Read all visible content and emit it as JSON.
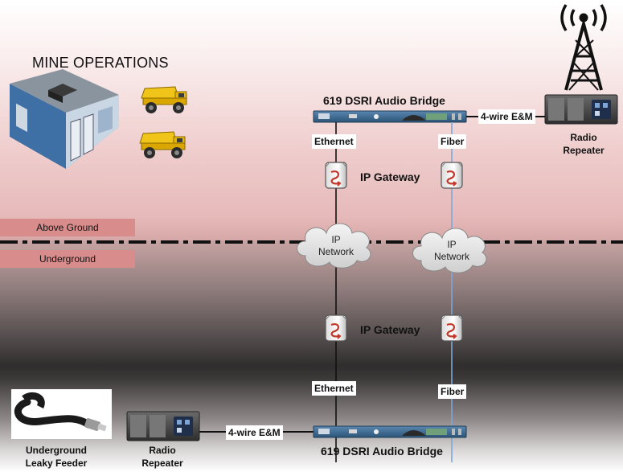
{
  "header": {
    "title": "MINE OPERATIONS"
  },
  "zones": {
    "above": "Above Ground",
    "below": "Underground"
  },
  "top": {
    "bridge": "619 DSRI Audio Bridge",
    "link_left": "Ethernet",
    "link_right": "Fiber",
    "gateway": "IP Gateway",
    "em": "4-wire E&M",
    "repeater": "Radio\nRepeater"
  },
  "clouds": {
    "left": "IP\nNetwork",
    "right": "IP\nNetwork"
  },
  "bottom": {
    "gateway": "IP Gateway",
    "link_left": "Ethernet",
    "link_right": "Fiber",
    "bridge": "619 DSRI Audio Bridge",
    "em": "4-wire E&M",
    "repeater": "Radio\nRepeater",
    "feeder": "Underground\nLeaky Feeder"
  },
  "colors": {
    "fiber": "#7ea7d8",
    "ethernet": "#111111",
    "zone_bar": "#d98c8c",
    "bridge_body": "#3f6f9a"
  },
  "icons": [
    "building-icon",
    "dump-truck-icon",
    "radio-tower-icon",
    "router-icon",
    "cloud-icon",
    "bridge-device-icon",
    "radio-repeater-icon",
    "cable-icon"
  ]
}
